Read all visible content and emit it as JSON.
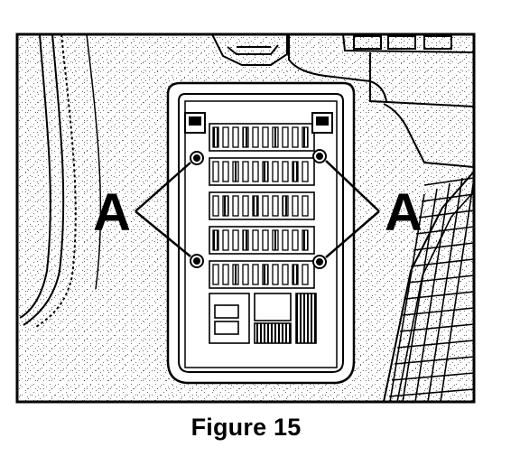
{
  "figure": {
    "caption": "Figure 15",
    "callouts": [
      {
        "label": "A"
      },
      {
        "label": "A"
      }
    ]
  }
}
